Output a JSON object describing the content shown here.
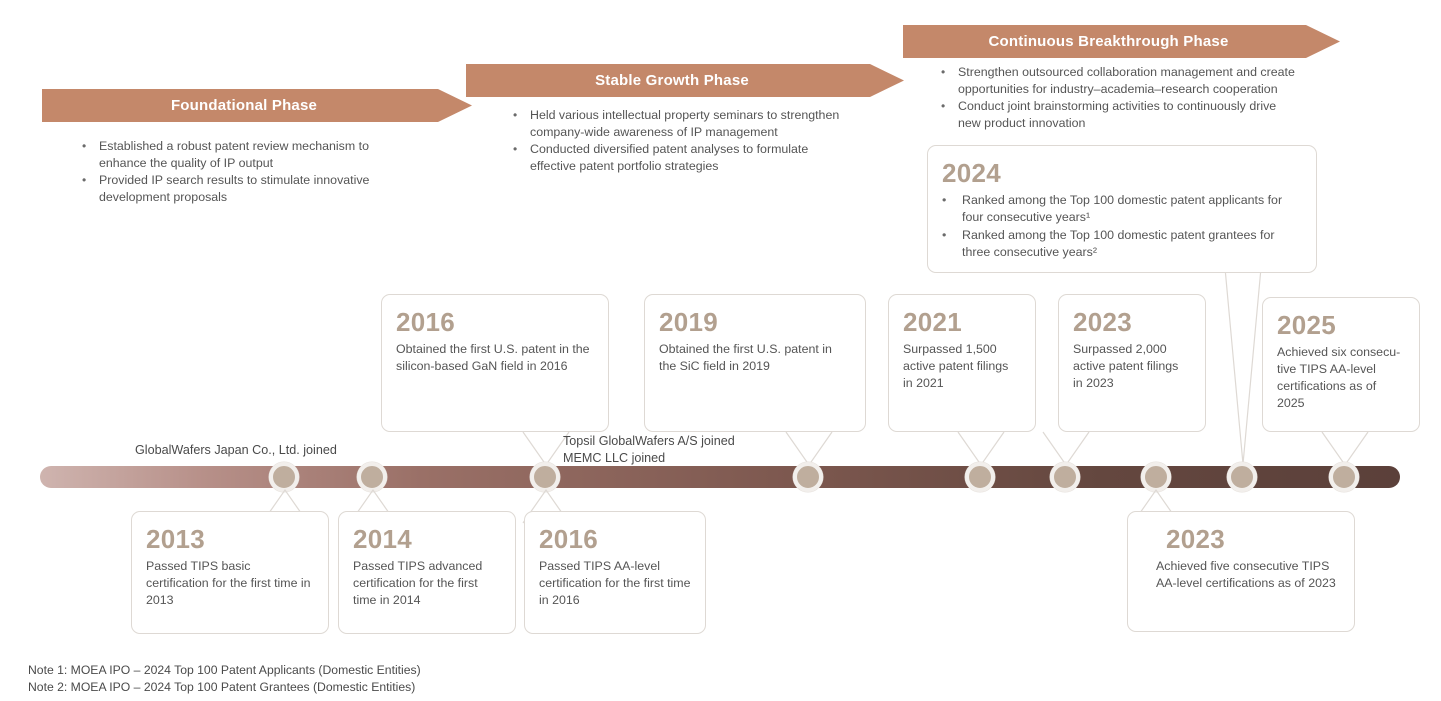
{
  "colors": {
    "arrow": "#c4886a",
    "year": "#b2a08f",
    "card_border": "#ded9d4",
    "node_fill": "#bfae9e",
    "bar_start": "#cfb4af",
    "bar_end": "#5b403a",
    "text": "#555555"
  },
  "phases": [
    {
      "label": "Foundational Phase",
      "bullets": [
        "Established a robust patent review mechanism to enhance the quality of IP output",
        "Provided IP search results to stimulate innovative development proposals"
      ]
    },
    {
      "label": "Stable Growth Phase",
      "bullets": [
        "Held various intellectual property seminars to strengthen company-wide awareness of IP management",
        "Conducted diversified patent analyses to formulate effective patent portfolio strategies"
      ]
    },
    {
      "label": "Continuous Breakthrough Phase",
      "bullets": [
        "Strengthen outsourced collaboration management and create opportunities for industry–academia–research cooperation",
        "Conduct joint brainstorming activities to continuously drive new product innovation"
      ]
    }
  ],
  "card_2024": {
    "year": "2024",
    "bullets": [
      "Ranked among the Top 100 domestic patent applicants for four consecutive years¹",
      "Ranked among the Top 100 domestic patent grantees for three consecutive years²"
    ]
  },
  "cards_above": [
    {
      "year": "2016",
      "text": "Obtained the first U.S. patent in the silicon-based GaN field in 2016"
    },
    {
      "year": "2019",
      "text": "Obtained the first U.S. patent in the SiC field in 2019"
    },
    {
      "year": "2021",
      "text": "Surpassed 1,500 active patent filings in 2021"
    },
    {
      "year": "2023",
      "text": "Surpassed 2,000 active patent filings in 2023"
    },
    {
      "year": "2025",
      "text": "Achieved six consecu­tive TIPS AA-level certi­fications as of 2025"
    }
  ],
  "cards_below": [
    {
      "year": "2013",
      "text": "Passed TIPS basic certification for the first time in 2013"
    },
    {
      "year": "2014",
      "text": "Passed TIPS advanced certification for the first time in 2014"
    },
    {
      "year": "2016",
      "text": "Passed TIPS AA-level certification for the first time in 2016"
    },
    {
      "year": "2023",
      "text": "Achieved five consecutive TIPS AA-level certifications as of 2023"
    }
  ],
  "bar_labels": [
    "GlobalWafers Japan Co., Ltd. joined",
    "Topsil GlobalWafers A/S joined",
    "MEMC LLC joined"
  ],
  "footnotes": [
    "Note 1: MOEA IPO – 2024 Top 100 Patent Applicants (Domestic Entities)",
    "Note 2: MOEA IPO – 2024 Top 100 Patent Grantees (Domestic Entities)"
  ]
}
